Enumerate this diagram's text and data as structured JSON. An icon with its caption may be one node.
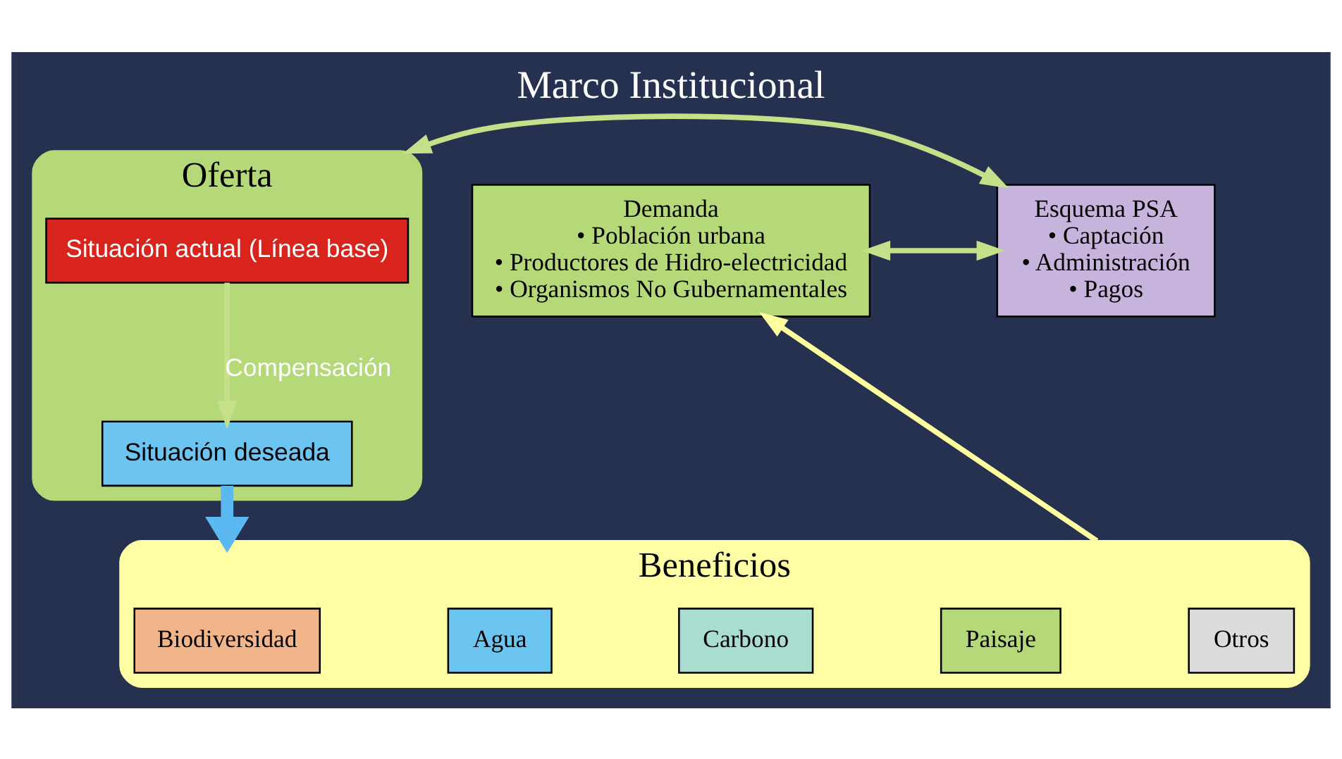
{
  "diagram": {
    "title": "Marco Institucional",
    "nodes": [
      {
        "text": [
          "Oferta"
        ]
      },
      {
        "text": [
          "Situación actual (Línea base)"
        ],
        "in": 0
      },
      {
        "text": [
          "Situación deseada"
        ],
        "in": 0
      },
      {
        "text": [
          "Esquema PSA",
          "• Captación",
          "• Administración",
          "• Pagos"
        ]
      },
      {
        "text": [
          "Demanda",
          "• Población urbana",
          "• Productores de Hidro-electricidad",
          "• Organismos No Gubernamentales"
        ]
      },
      {
        "text": [
          "Beneficios"
        ]
      },
      {
        "text": [
          "Biodiversidad"
        ],
        "in": 5
      },
      {
        "text": [
          "Agua"
        ],
        "in": 5
      },
      {
        "text": [
          "Carbono"
        ],
        "in": 5
      },
      {
        "text": [
          "Paisaje"
        ],
        "in": 5
      },
      {
        "text": [
          "Otros"
        ],
        "in": 5
      }
    ],
    "edges": [
      {
        "from": 1,
        "to": 2,
        "arrow": "to",
        "label": "Compensación"
      },
      {
        "from": 0,
        "to": 3,
        "arrow": "both"
      },
      {
        "from": 3,
        "to": 4,
        "arrow": "both"
      },
      {
        "from": 2,
        "to": 5,
        "arrow": "to",
        "style": "thick",
        "color": "#5bb8f0"
      },
      {
        "from": 5,
        "to": 4,
        "arrow": "to",
        "color": "#ffffa0"
      }
    ]
  }
}
